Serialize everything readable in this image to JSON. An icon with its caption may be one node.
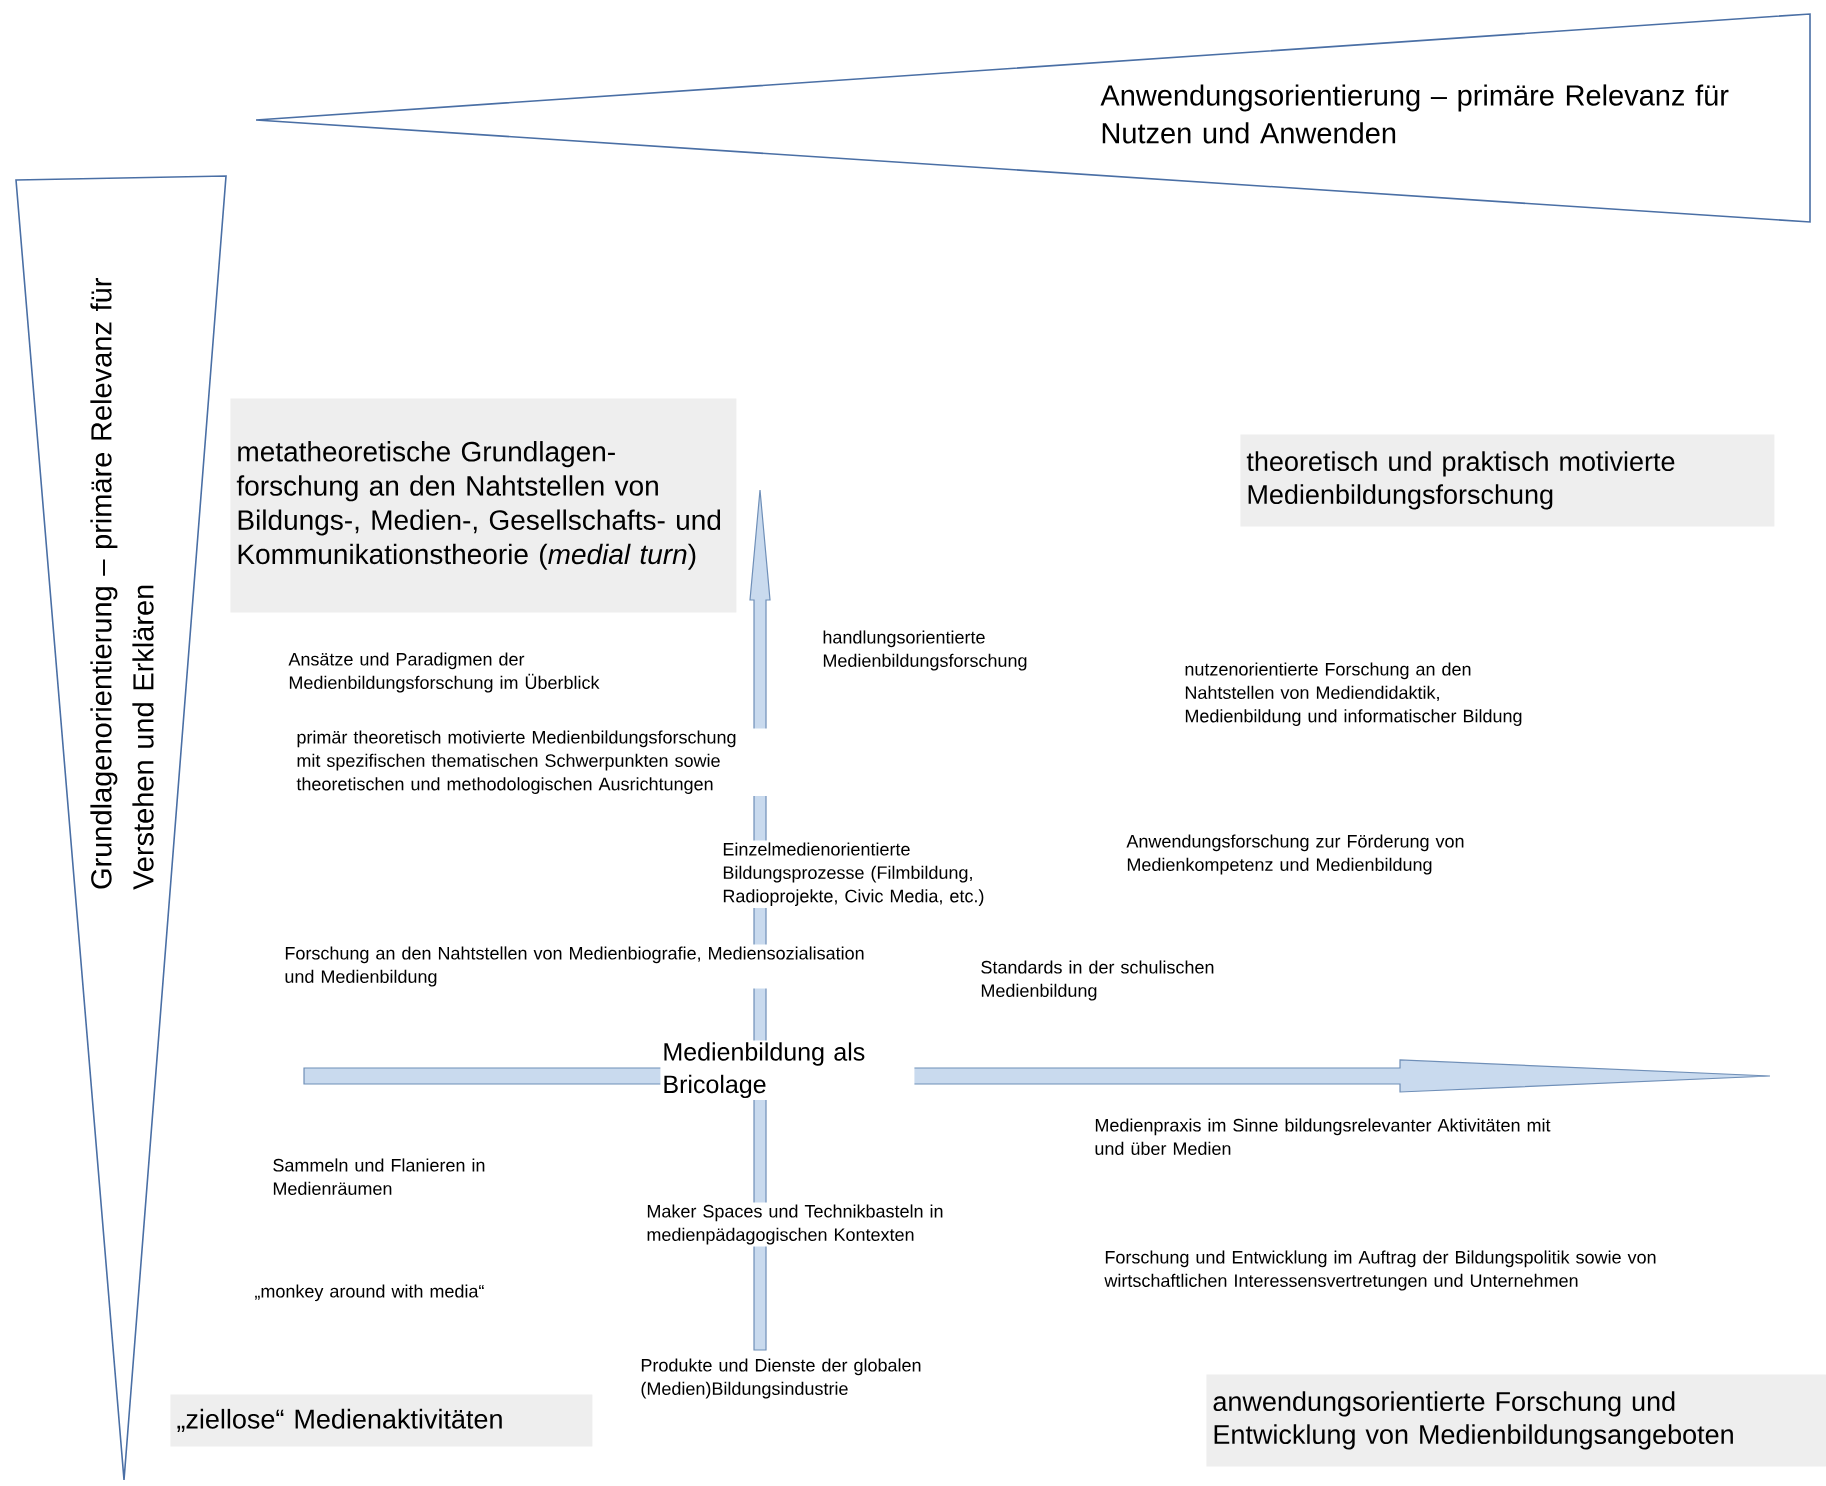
{
  "diagram": {
    "nodes": [
      {
        "text": [
          "Anwendungsorientierung – primäre Relevanz für Nutzen und Anwenden"
        ]
      },
      {
        "text": [
          "Grundlagenorientierung – primäre Relevanz für Verstehen und Erklären"
        ]
      },
      {
        "text": [
          "metatheoretische Grundlagen-forschung an den Nahtstellen von Bildungs-, Medien-, Gesellschafts- und Kommunikationstheorie (*medial turn*)"
        ]
      },
      {
        "text": [
          "theoretisch und praktisch motivierte Medienbildungsforschung"
        ]
      },
      {
        "text": [
          "„ziellose“ Medienaktivitäten"
        ]
      },
      {
        "text": [
          "anwendungsorientierte Forschung und Entwicklung von Medienbildungsangeboten"
        ]
      }
    ],
    "labels": [
      "handlungsorientierte Medienbildungsforschung",
      "Ansätze und Paradigmen der Medienbildungsforschung im Überblick",
      "nutzenorientierte Forschung an den Nahtstellen von Mediendidaktik, Medienbildung und informatischer Bildung",
      "primär theoretisch motivierte Medienbildungsforschung mit spezifischen thematischen Schwerpunkten sowie theoretischen und methodologischen Ausrichtungen",
      "Anwendungsforschung zur Förderung von Medienkompetenz und Medienbildung",
      "Einzelmedienorientierte Bildungsprozesse (Filmbildung, Radioprojekte, Civic Media, etc.)",
      "Forschung an den Nahtstellen von Medienbiografie, Mediensozialisation und Medienbildung",
      "Standards in der schulischen Medienbildung",
      "Medienbildung als Bricolage",
      "Medienpraxis im Sinne bildungsrelevanter Aktivitäten mit und über Medien",
      "Sammeln und Flanieren in Medienräumen",
      "Maker Spaces und Technikbasteln in medienpädagogischen Kontexten",
      "Forschung und Entwicklung im Auftrag der Bildungspolitik sowie von wirtschaftlichen Interessensvertretungen und Unternehmen",
      "„monkey around with media“",
      "Produkte und Dienste der globalen (Medien)Bildungsindustrie"
    ]
  }
}
